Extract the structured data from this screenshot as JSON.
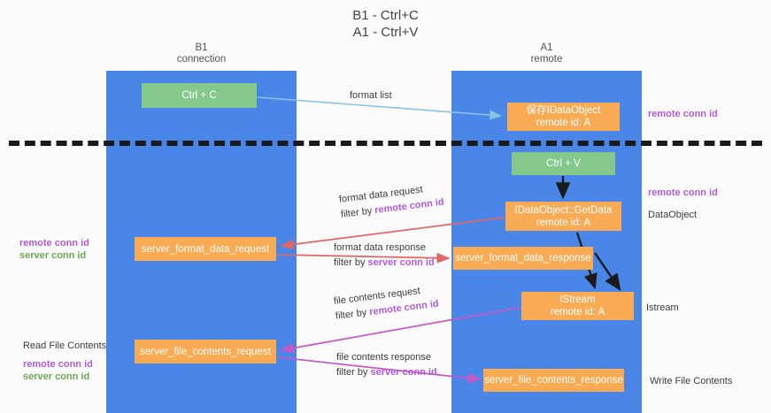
{
  "title": {
    "line1": "B1 - Ctrl+C",
    "line2": "A1 - Ctrl+V"
  },
  "lanes": [
    {
      "id": "b1",
      "line1": "B1",
      "line2": "connection",
      "color": "#4a86e8"
    },
    {
      "id": "a1",
      "line1": "A1",
      "line2": "remote",
      "color": "#4a86e8"
    }
  ],
  "nodes": {
    "ctrl_c": {
      "line1": "Ctrl + C",
      "line2": "",
      "color": "#84c98b"
    },
    "idataobject": {
      "line1": "保存IDataObject",
      "line2": "remote id: A",
      "color": "#f9ab54"
    },
    "ctrl_v": {
      "line1": "Ctrl + V",
      "line2": "",
      "color": "#84c98b"
    },
    "getdata": {
      "line1": "IDataObject::GetData",
      "line2": "remote id: A",
      "color": "#f9ab54"
    },
    "fmt_request": {
      "line1": "server_format_data_request",
      "line2": "",
      "color": "#f9ab54"
    },
    "fmt_response": {
      "line1": "server_format_data_response",
      "line2": "",
      "color": "#f9ab54"
    },
    "istream": {
      "line1": "IStream",
      "line2": "remote id: A",
      "color": "#f9ab54"
    },
    "file_request": {
      "line1": "server_file_contents_request",
      "line2": "",
      "color": "#f9ab54"
    },
    "file_response": {
      "line1": "server_file_contents_response",
      "line2": "",
      "color": "#f9ab54"
    }
  },
  "edge_labels": {
    "format_list": {
      "line1": "format list",
      "line2": "",
      "highlight": ""
    },
    "fmt_request": {
      "line1": "format data request",
      "line2": "filter by ",
      "highlight": "remote conn id"
    },
    "fmt_response": {
      "line1": "format data response",
      "line2": "filter by ",
      "highlight": "server conn id"
    },
    "file_request": {
      "line1": "file contents request",
      "line2": "filter by ",
      "highlight": "remote conn id"
    },
    "file_response": {
      "line1": "file contents response",
      "line2": "filter by ",
      "highlight": "server conn id"
    }
  },
  "annotations": {
    "remote_conn_top": "remote conn id",
    "remote_conn_mid": "remote conn id",
    "dataobject": "DataObject",
    "istream": "Istream",
    "write_file_contents": "Write File Contents",
    "read_file_contents": "Read File Contents",
    "left_remote_conn": "remote conn id",
    "left_server_conn": "server conn id"
  },
  "colors": {
    "lane": "#4a86e8",
    "green_node": "#84c98b",
    "orange_node": "#f9ab54",
    "purple_text": "#b05cd8",
    "green_text": "#6aa84f",
    "arrow_blue": "#8ac2e3",
    "arrow_red": "#e06666",
    "arrow_magenta": "#c558c5",
    "arrow_black": "#1a1a1a",
    "background": "#fafafa"
  }
}
